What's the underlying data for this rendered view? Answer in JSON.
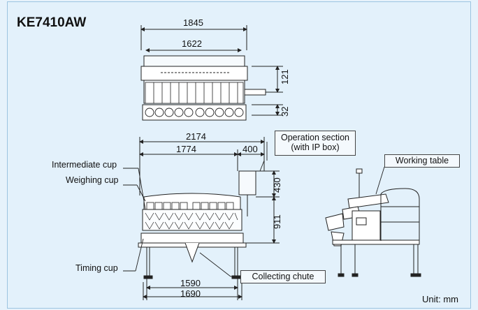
{
  "title": "KE7410AW",
  "dims": {
    "top_width": "1845",
    "top_inner": "1622",
    "top_h1": "121",
    "top_h2": "32",
    "front_total": "2174",
    "front_main": "1774",
    "front_op": "400",
    "front_h1": "430",
    "front_h2": "911",
    "base1": "1590",
    "base2": "1690"
  },
  "labels": {
    "operation_section": "Operation section",
    "with_ip_box": "(with IP box)",
    "intermediate_cup": "Intermediate cup",
    "weighing_cup": "Weighing cup",
    "timing_cup": "Timing cup",
    "collecting_chute": "Collecting chute",
    "working_table": "Working table"
  },
  "unit": "Unit: mm"
}
